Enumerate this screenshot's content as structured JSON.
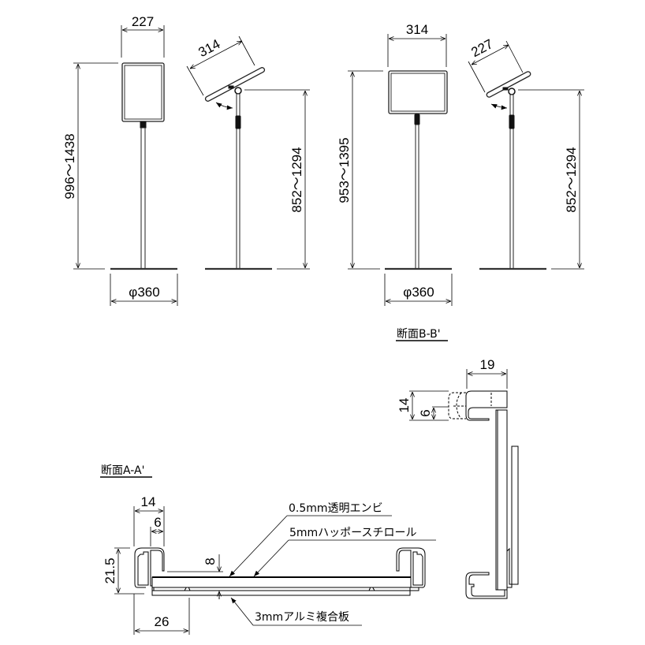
{
  "drawing": {
    "stand_a_front": {
      "width_label": "227",
      "height_label": "996〜1438",
      "base_label": "φ360"
    },
    "stand_a_side": {
      "panel_label": "314",
      "height_label": "852〜1294"
    },
    "stand_b_front": {
      "width_label": "314",
      "height_label": "953〜1395",
      "base_label": "φ360"
    },
    "stand_b_side": {
      "panel_label": "227",
      "height_label": "852〜1294"
    },
    "section_bb": {
      "title": "断面B-B'",
      "width_label": "19",
      "height_label": "14",
      "inner_label": "6"
    },
    "section_aa": {
      "title": "断面A-A'",
      "width_label": "14",
      "inner_label": "6",
      "height_label": "21.5",
      "depth_label": "8",
      "offset_label": "26",
      "callouts": [
        "0.5mm透明エンビ",
        "5mmハッポースチロール",
        "3mmアルミ複合板"
      ]
    }
  }
}
